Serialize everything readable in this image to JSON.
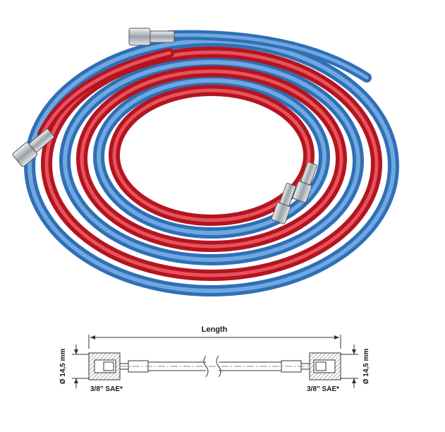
{
  "drawing": {
    "length_label": "Length",
    "diameter_left": "Ø 14,5 mm",
    "diameter_right": "Ø 14,5 mm",
    "fitting_left": "3/8\" SAE*",
    "fitting_right": "3/8\" SAE*"
  },
  "colors": {
    "hose_red": "#d0232e",
    "hose_blue": "#4a8ad0",
    "fitting_metal": "#b9bec4",
    "drawing_line": "#333333"
  }
}
